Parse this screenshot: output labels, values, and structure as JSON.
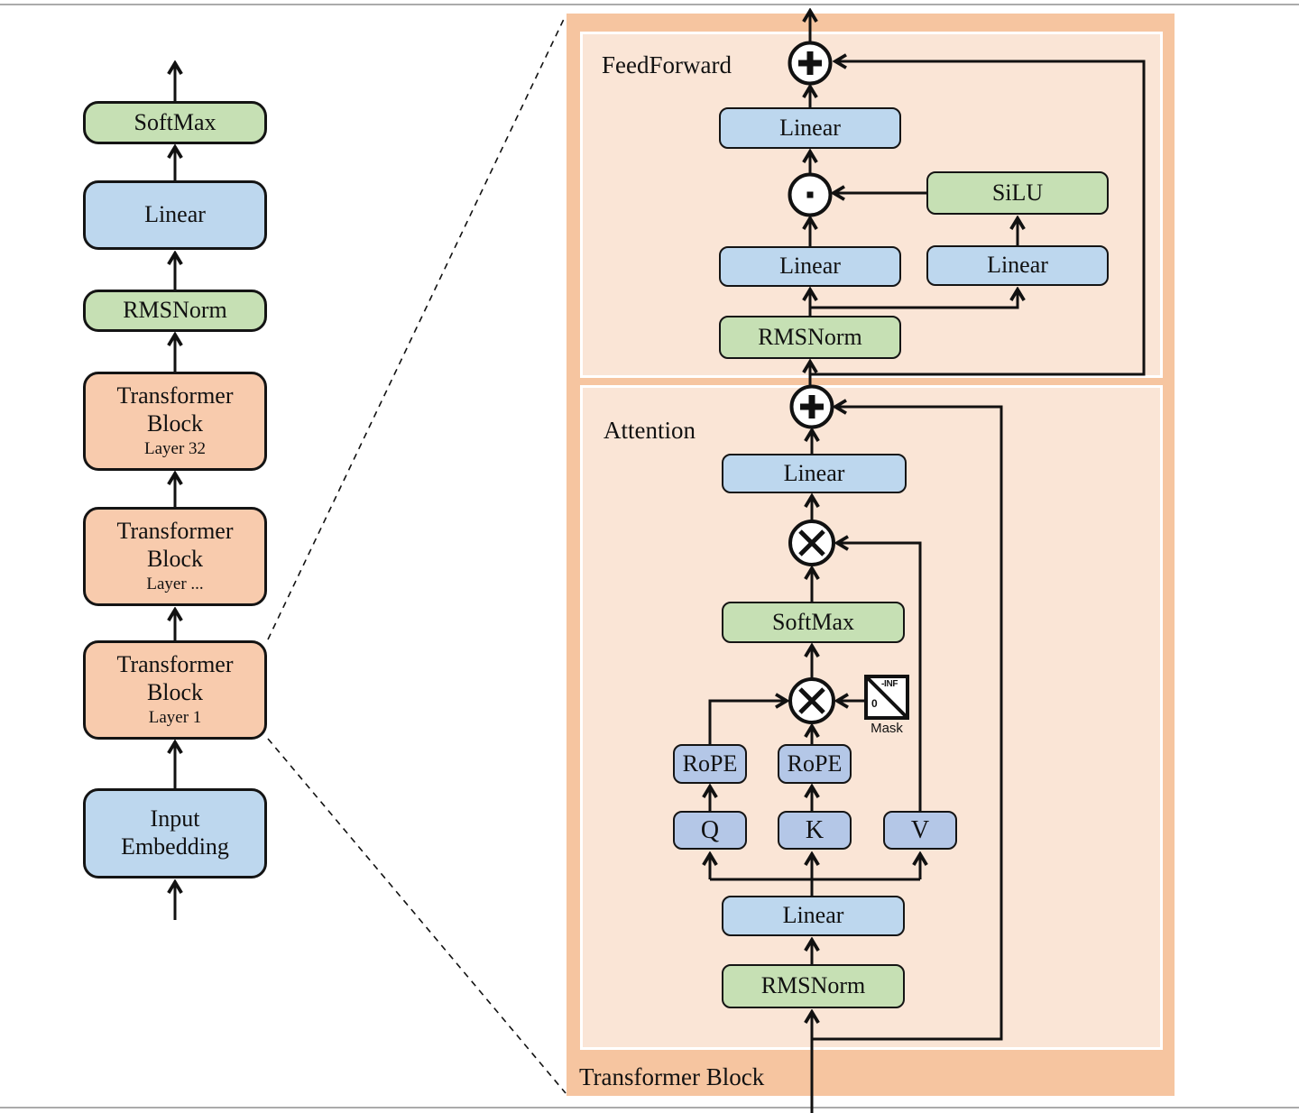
{
  "figure": {
    "type": "architecture-diagram",
    "subject": "Transformer (LLaMA-style) model architecture with detailed Transformer Block"
  },
  "colors": {
    "outer_block": "#f6c5a0",
    "panel": "#fae5d6",
    "box_orange": "#f8cbad",
    "box_blue": "#bdd7ee",
    "box_green": "#c6e0b4",
    "box_indigo": "#b4c7e7",
    "line": "#111111",
    "frame_line": "#ababab"
  },
  "left": {
    "boxes": [
      {
        "label": "SoftMax"
      },
      {
        "label": "Linear"
      },
      {
        "label": "RMSNorm"
      },
      {
        "lines": [
          "Transformer",
          "Block"
        ],
        "sub": "Layer 32"
      },
      {
        "lines": [
          "Transformer",
          "Block"
        ],
        "sub": "Layer ..."
      },
      {
        "lines": [
          "Transformer",
          "Block"
        ],
        "sub": "Layer 1"
      },
      {
        "lines": [
          "Input",
          "Embedding"
        ]
      }
    ]
  },
  "right": {
    "block_label": "Transformer Block",
    "feedforward": {
      "label": "FeedForward",
      "linear_out": "Linear",
      "silu": "SiLU",
      "linear_left": "Linear",
      "linear_right": "Linear",
      "rmsnorm": "RMSNorm",
      "add_icon": "+",
      "elementwise_icon": "·"
    },
    "attention": {
      "label": "Attention",
      "linear_out": "Linear",
      "softmax": "SoftMax",
      "rope_q": "RoPE",
      "rope_k": "RoPE",
      "q": "Q",
      "k": "K",
      "v": "V",
      "linear_in": "Linear",
      "rmsnorm": "RMSNorm",
      "add_icon": "+",
      "matmul_icon": "×",
      "mask": {
        "zero": "0",
        "neg_inf": "-INF",
        "label": "Mask"
      }
    }
  }
}
